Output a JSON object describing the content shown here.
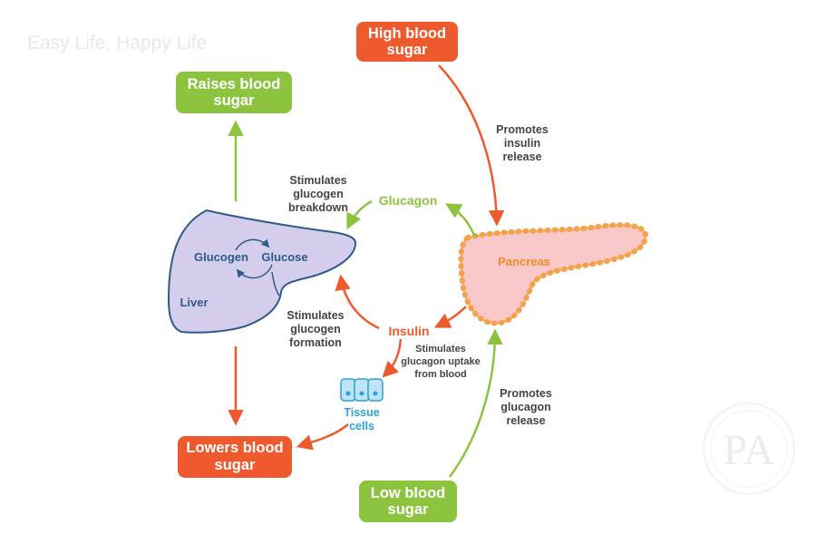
{
  "watermark": {
    "text": "Easy Life, Happy Life",
    "logo_text": "PA"
  },
  "boxes": {
    "high_blood_sugar": [
      "High blood",
      "sugar"
    ],
    "raises_blood_sugar": [
      "Raises blood",
      "sugar"
    ],
    "lowers_blood_sugar": [
      "Lowers blood",
      "sugar"
    ],
    "low_blood_sugar": [
      "Low blood",
      "sugar"
    ]
  },
  "organs": {
    "liver": "Liver",
    "glucogen": "Glucogen",
    "glucose": "Glucose",
    "pancreas": "Pancreas",
    "tissue_cells": [
      "Tissue",
      "cells"
    ]
  },
  "hormones": {
    "glucagon": "Glucagon",
    "insulin": "Insulin"
  },
  "annotations": {
    "promotes_insulin_release": [
      "Promotes",
      "insulin",
      "release"
    ],
    "stimulates_breakdown": [
      "Stimulates",
      "glucogen",
      "breakdown"
    ],
    "stimulates_formation": [
      "Stimulates",
      "glucogen",
      "formation"
    ],
    "stimulates_uptake": [
      "Stimulates",
      "glucagon uptake",
      "from blood"
    ],
    "promotes_glucagon_release": [
      "Promotes",
      "glucagon",
      "release"
    ]
  },
  "colors": {
    "red": "#ee5a2e",
    "green": "#8dc43f",
    "liver_fill": "#d4cdec",
    "liver_stroke": "#2f5b8a",
    "pancreas_fill": "#f8c9c8",
    "pancreas_stroke": "#f4a24b",
    "pancreas_text": "#f08a24",
    "tissue": "#2aa3d8"
  }
}
